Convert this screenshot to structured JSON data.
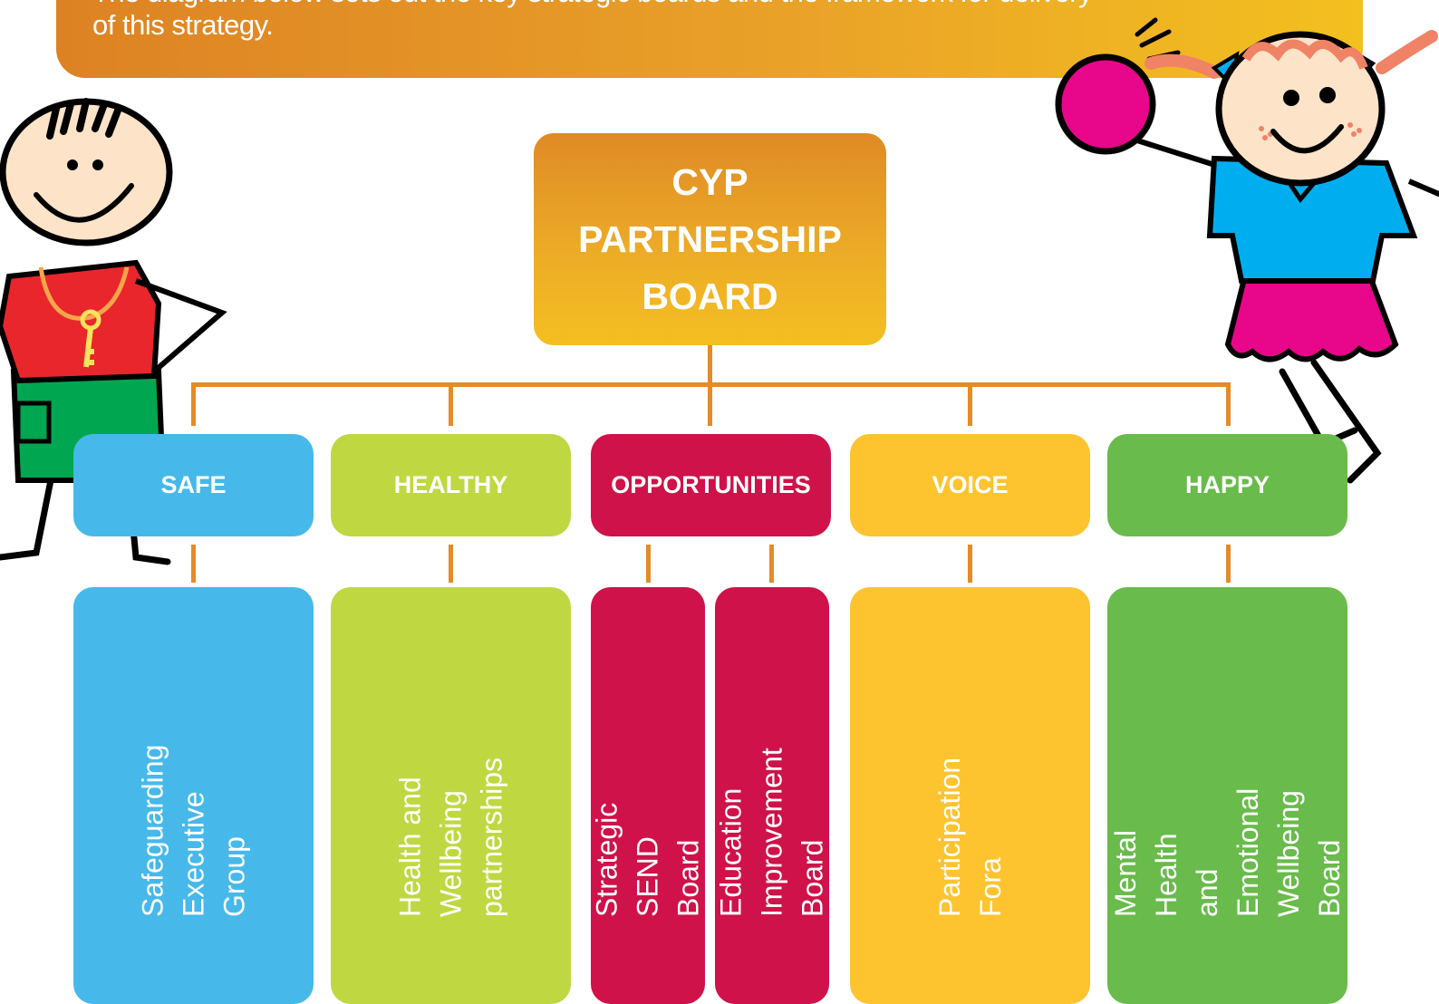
{
  "banner": {
    "line1": "The diagram below sets out the key strategic boards and the framework for delivery",
    "line2": "of this strategy."
  },
  "board": {
    "lines": [
      "CYP",
      "PARTNERSHIP",
      "BOARD"
    ]
  },
  "themes": [
    {
      "label": "SAFE",
      "color": "#46b9ea"
    },
    {
      "label": "HEALTHY",
      "color": "#bfd841"
    },
    {
      "label": "OPPORTUNITIES",
      "color": "#cf1249"
    },
    {
      "label": "VOICE",
      "color": "#fdc430"
    },
    {
      "label": "HAPPY",
      "color": "#69bb4c"
    }
  ],
  "sub_boards": [
    {
      "text": "Safeguarding\nExecutive Group"
    },
    {
      "text": "Health and\nWellbeing\npartnerships"
    },
    {
      "text": "Strategic\nSEND Board"
    },
    {
      "text": "Education\nImprovement Board"
    },
    {
      "text": "Participation Fora"
    },
    {
      "text": "Mental Health\nand Emotional\nWellbeing Board"
    }
  ],
  "illustrations": {
    "left": "boy-with-key-cartoon",
    "right": "girl-with-ball-cartoon"
  },
  "colors": {
    "connector": "#e58b27",
    "banner_start": "#dd8224",
    "banner_end": "#f3c01f"
  }
}
